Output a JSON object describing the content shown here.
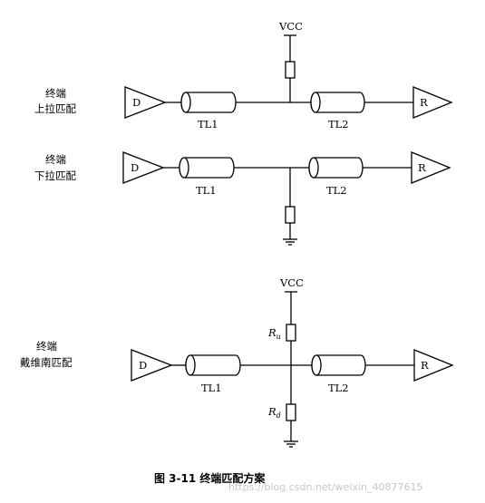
{
  "sections": [
    {
      "title_line1": "终端",
      "title_line2": "上拉匹配",
      "driver": "D",
      "receiver": "R",
      "tl1": "TL1",
      "tl2": "TL2",
      "vcc": "VCC"
    },
    {
      "title_line1": "终端",
      "title_line2": "下拉匹配",
      "driver": "D",
      "receiver": "R",
      "tl1": "TL1",
      "tl2": "TL2"
    },
    {
      "title_line1": "终端",
      "title_line2": "戴维南匹配",
      "driver": "D",
      "receiver": "R",
      "tl1": "TL1",
      "tl2": "TL2",
      "vcc": "VCC",
      "r_up": "R",
      "r_up_sub": "u",
      "r_down": "R",
      "r_down_sub": "d"
    }
  ],
  "caption": "图 3-11   终端匹配方案",
  "watermark": "https://blog.csdn.net/weixin_40877615"
}
